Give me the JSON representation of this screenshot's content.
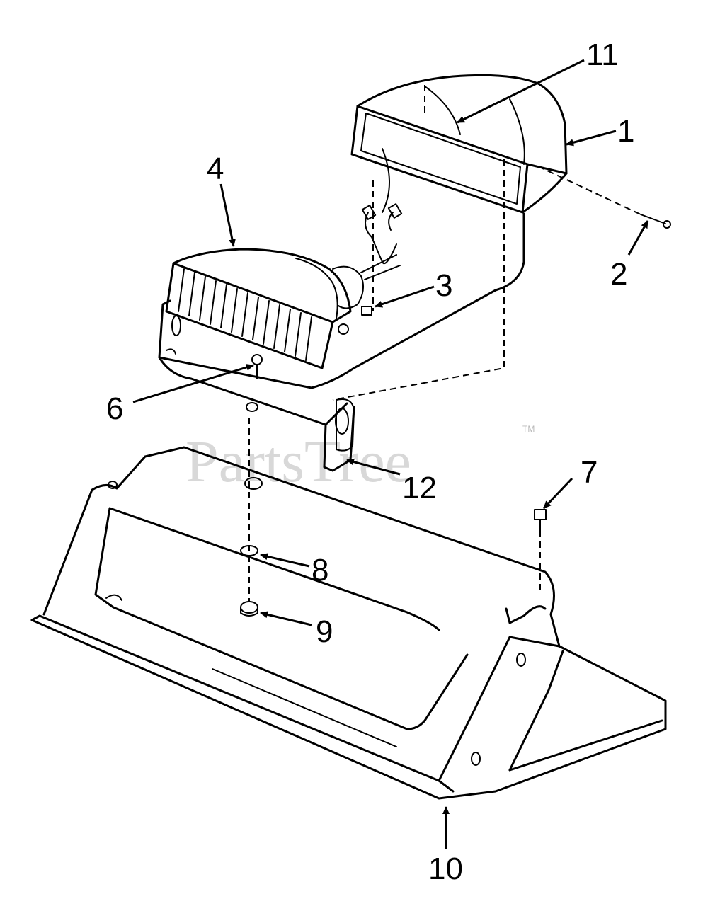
{
  "diagram": {
    "watermark": "PartsTree",
    "watermark_mark": "TM",
    "callouts": [
      "1",
      "2",
      "3",
      "4",
      "6",
      "7",
      "8",
      "9",
      "10",
      "11",
      "12"
    ],
    "colors": {
      "line": "#000000",
      "background": "#ffffff",
      "watermark": "#b9b9b9"
    }
  }
}
